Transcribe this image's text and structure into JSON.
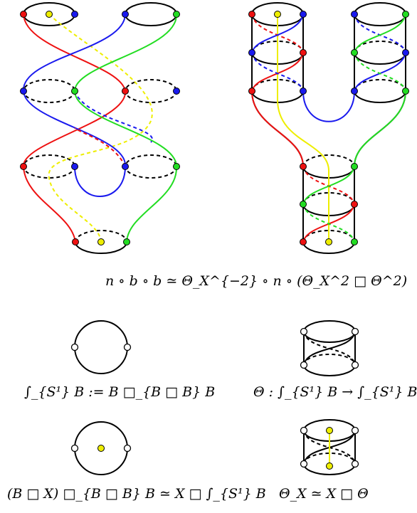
{
  "equations": {
    "main": "n ∘ b ∘ b ≃ Θ_X^{−2} ∘ n ∘ (Θ_X^2 □ Θ^2)",
    "integral_def": "∫_{S¹} B := B □_{B □ B} B",
    "theta_def": "Θ : ∫_{S¹} B → ∫_{S¹} B",
    "integral_with_x": "(B □ X) □_{B □ B} B ≃ X □ ∫_{S¹} B",
    "theta_x_def": "Θ_X ≃ X □ Θ"
  },
  "colors": {
    "red": "#ee1111",
    "blue": "#1a1aee",
    "green": "#22dd22",
    "yellow": "#eeee00",
    "black": "#000000"
  }
}
